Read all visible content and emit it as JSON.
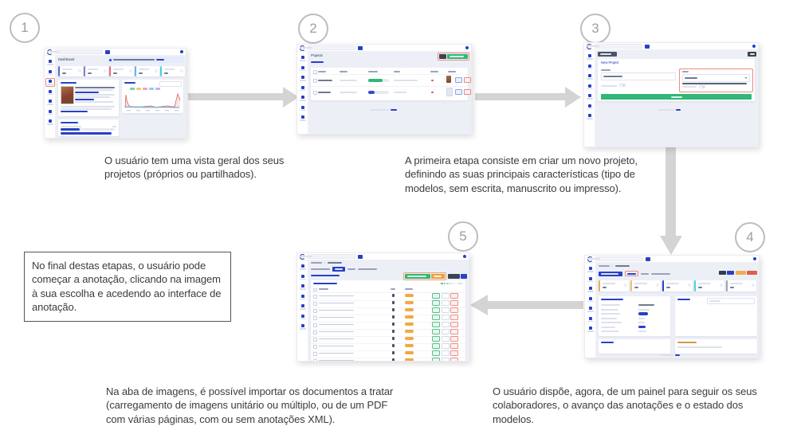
{
  "diagram": {
    "steps": [
      {
        "number": "1",
        "caption": "O usuário tem uma vista geral dos seus projetos (próprios ou partilhados)."
      },
      {
        "number": "2",
        "caption": "A primeira etapa consiste em criar um novo projeto, definindo as suas principais características (tipo de modelos, sem escrita, manuscrito ou impresso)."
      },
      {
        "number": "3"
      },
      {
        "number": "4",
        "caption": "O usuário dispõe, agora, de um painel para seguir os seus colaboradores, o avanço das anotações e o estado dos modelos."
      },
      {
        "number": "5",
        "caption": "Na aba de imagens, é possível importar os documentos a tratar (carregamento de imagens unitário ou múltiplo, ou de um PDF com várias páginas, com ou sem anotações XML)."
      }
    ],
    "note": "No final destas etapas, o usuário pode começar a anotação, clicando na imagem à sua escolha e acedendo ao interface de anotação.",
    "screens": {
      "dashboard_title": "Dashboard",
      "projects_title": "Projects",
      "new_project_title": "New Project"
    },
    "colors": {
      "arrow_gray": "#d4d4d4",
      "accent_blue": "#2741c7",
      "accent_green": "#2fb877",
      "badge_orange": "#f0a73e",
      "highlight_coral": "#ee8d7b",
      "highlight_orange": "#eda76a"
    }
  }
}
